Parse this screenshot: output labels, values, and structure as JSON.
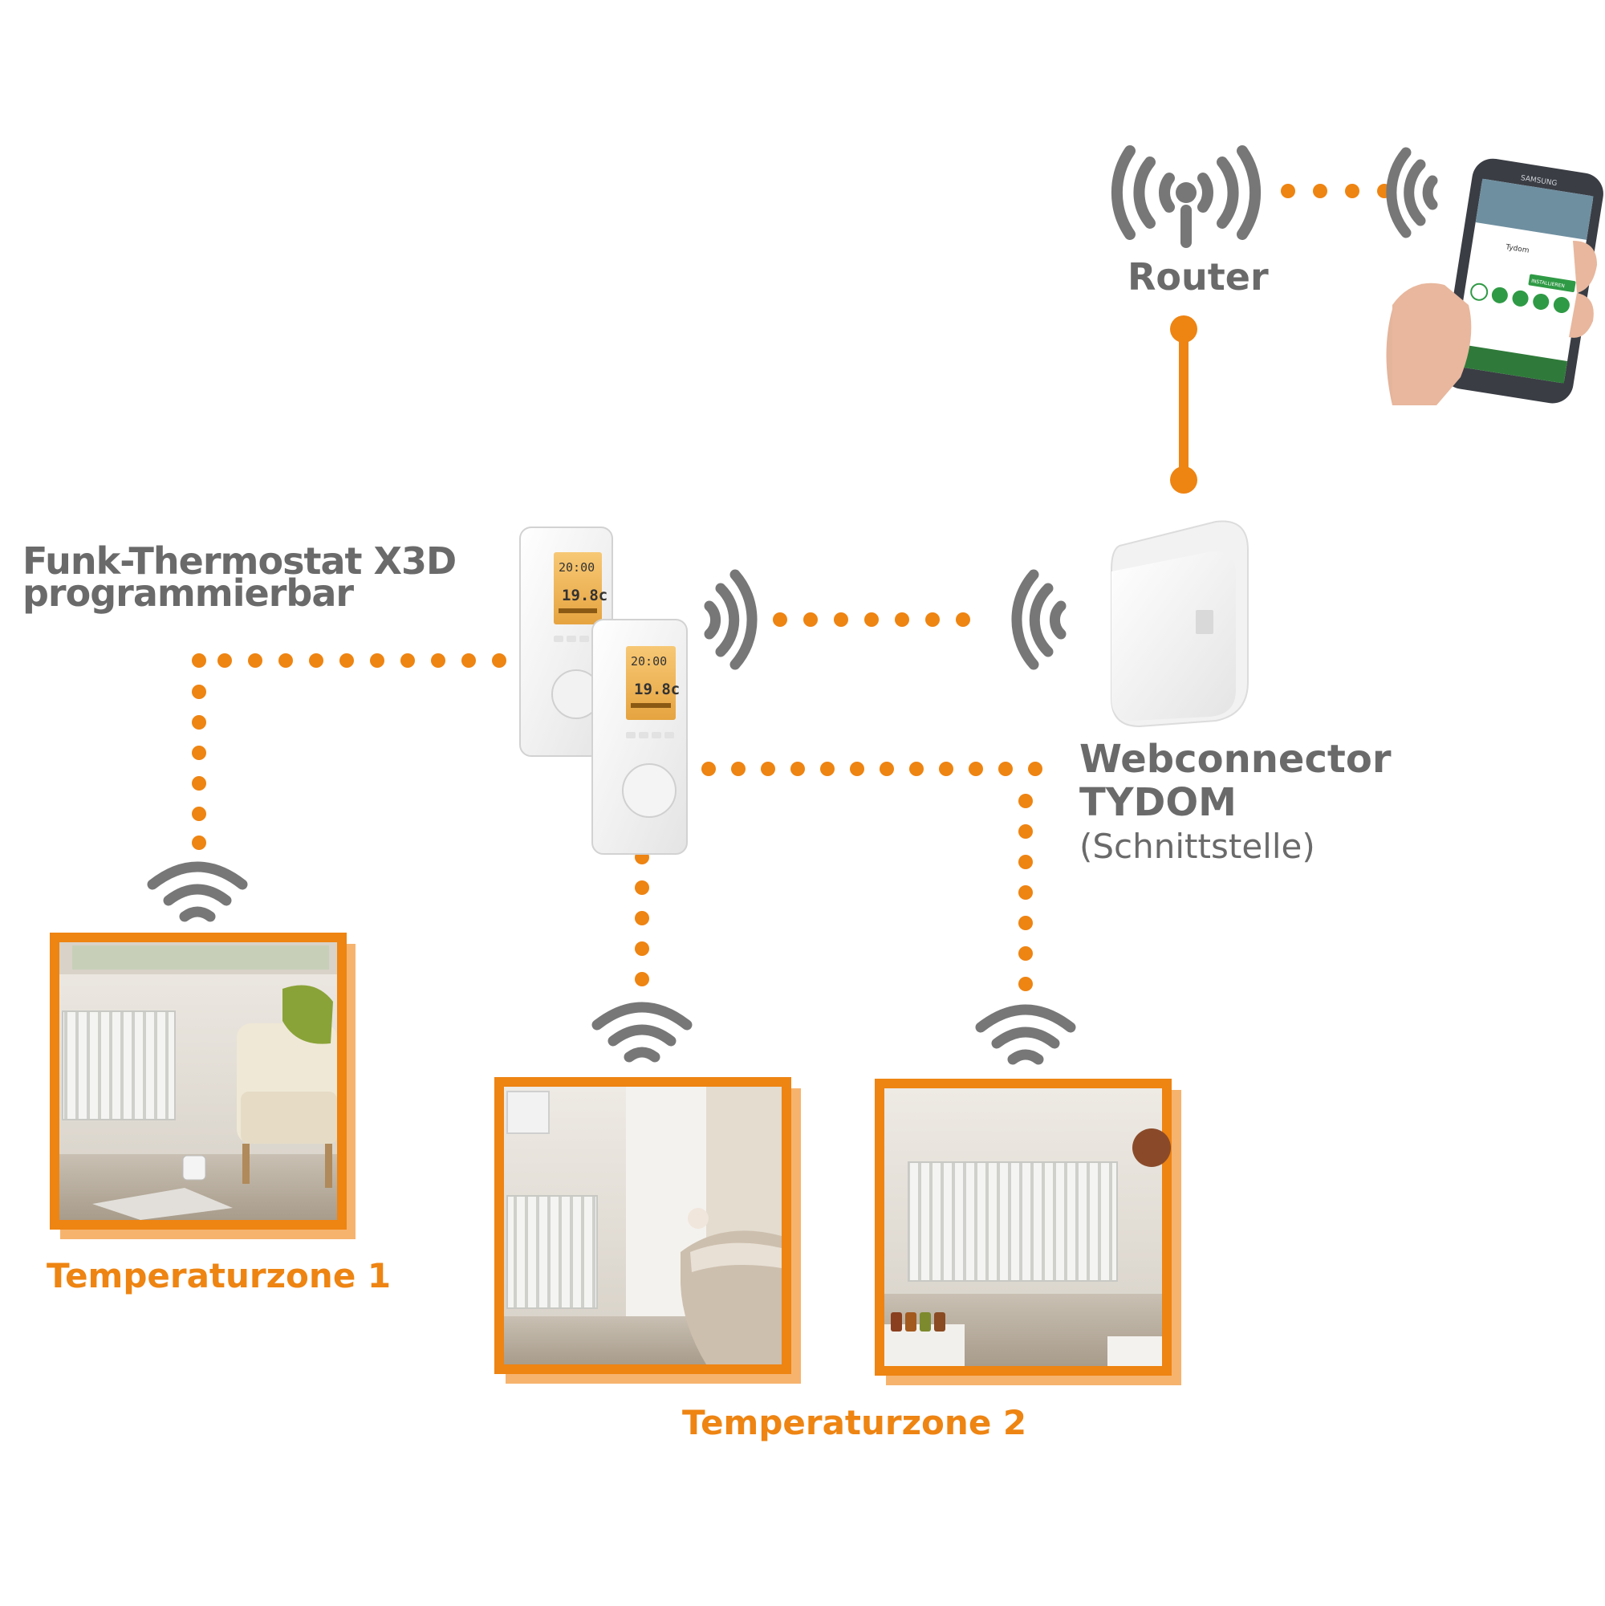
{
  "labels": {
    "thermostat_line1": "Funk-Thermostat X3D",
    "thermostat_line2": "programmierbar",
    "router": "Router",
    "webconnector_line1": "Webconnector",
    "webconnector_line2": "TYDOM",
    "webconnector_line3": "(Schnittstelle)",
    "zone1": "Temperaturzone 1",
    "zone2": "Temperaturzone 2"
  },
  "thermostat_display": {
    "time": "20:00",
    "temp": "19.8c"
  },
  "phone": {
    "brand": "SAMSUNG",
    "app_name": "Tydom",
    "install_button": "INSTALLIEREN"
  },
  "colors": {
    "accent": "#ee8412",
    "accent_light": "#f6b36e",
    "text_gray": "#6a6a6a",
    "icon_gray": "#777777"
  },
  "icons": [
    "wifi-signal-icon",
    "router-antenna-icon",
    "radio-wave-icon"
  ]
}
